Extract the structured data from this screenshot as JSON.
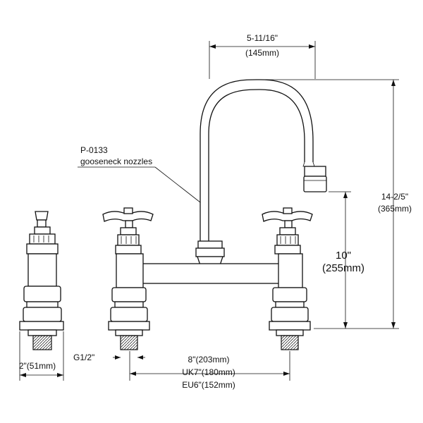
{
  "dimensions": {
    "spout_reach": {
      "imperial": "5-11/16\"",
      "metric": "(145mm)"
    },
    "total_height": {
      "imperial": "14-2/5\"",
      "metric": "(365mm)"
    },
    "spout_height": {
      "imperial": "10\"",
      "metric": "(255mm)"
    },
    "centers": {
      "line1": "8\"(203mm)",
      "line2": "UK7\"(180mm)",
      "line3": "EU6\"(152mm)"
    },
    "thread": "G1/2\"",
    "shank_width": "2\"(51mm)"
  },
  "callouts": {
    "nozzle_part": "P-0133",
    "nozzle_desc": "gooseneck nozzles"
  }
}
